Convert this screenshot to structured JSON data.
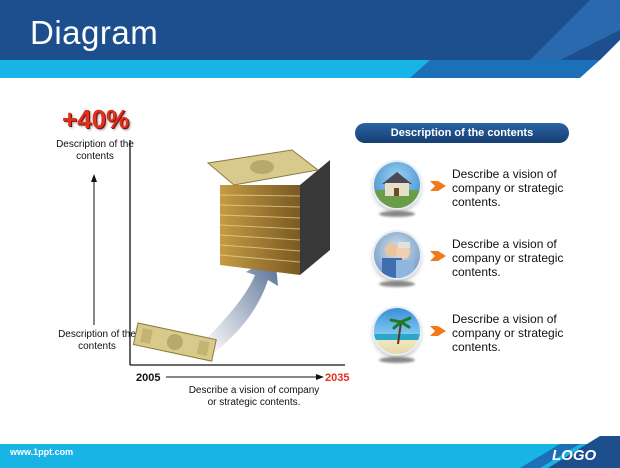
{
  "slide": {
    "title": "Diagram",
    "growth_label": "+40%",
    "y_top_desc": "Description of the contents",
    "y_bottom_desc": "Description of the contents",
    "year_start": "2005",
    "year_end": "2035",
    "x_desc": "Describe a vision of company or strategic contents."
  },
  "panel": {
    "header": "Description of the contents",
    "items": [
      {
        "icon": "house-icon",
        "text": "Describe a vision of company or strategic contents."
      },
      {
        "icon": "couple-icon",
        "text": "Describe a vision of company or strategic contents."
      },
      {
        "icon": "beach-icon",
        "text": "Describe a vision of company or strategic contents."
      }
    ]
  },
  "footer": {
    "url": "www.1ppt.com",
    "logo": "LOGO"
  },
  "colors": {
    "header_dark": "#1d4f8e",
    "accent_cyan": "#18b4e6",
    "growth_red": "#e0301e",
    "arrow_orange": "#f07a1a"
  }
}
